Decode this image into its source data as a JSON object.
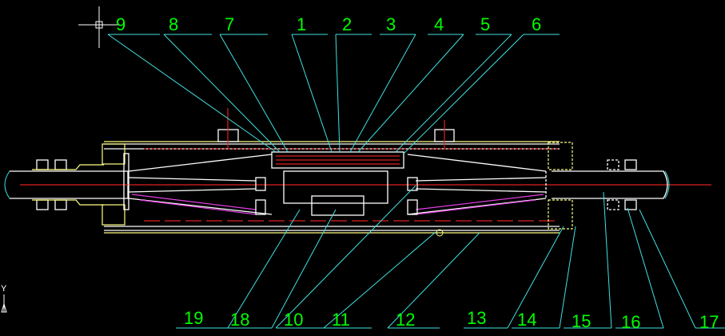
{
  "drawing": {
    "top_labels": [
      "9",
      "8",
      "7",
      "1",
      "2",
      "3",
      "4",
      "5",
      "6"
    ],
    "bottom_labels": [
      "19",
      "18",
      "10",
      "11",
      "12",
      "13",
      "14",
      "15",
      "16",
      "17"
    ],
    "ucs_axis_label": "Y",
    "colors": {
      "background": "#000000",
      "leader": "#40e0e0",
      "label": "#00ff00",
      "outline": "#ffffff",
      "centerline": "#e02020",
      "hatch": "#ffff80",
      "stress_cone": "#e040e0"
    }
  }
}
